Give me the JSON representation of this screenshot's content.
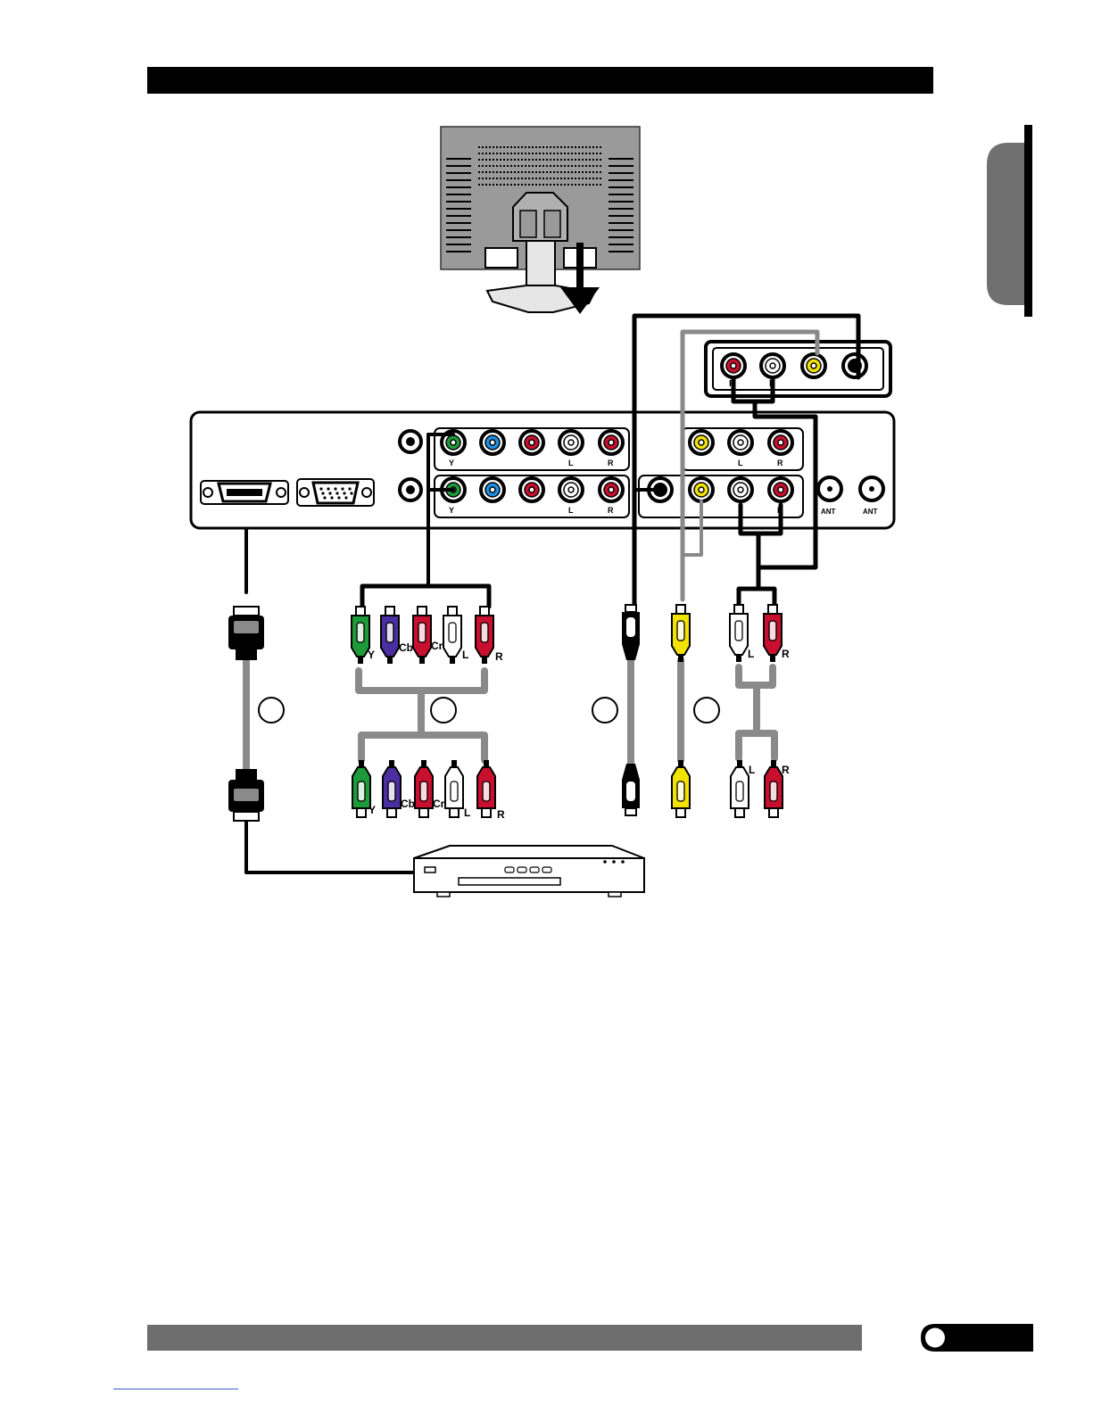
{
  "colors": {
    "cable_black": "#000000",
    "cable_gray": "#8a8a8a",
    "rca_red": "#c8102e",
    "rca_yellow": "#f2e200",
    "rca_green": "#1f9a3a",
    "rca_blue": "#1e8fe0",
    "rca_purple": "#4b2fa0",
    "rca_white": "#ffffff",
    "panel_gray": "#9a9a9a",
    "footer_bar": "#6e6e6e",
    "side_tab": "#707070"
  },
  "panel_labels": {
    "comp1": [
      "Y",
      "L",
      "R"
    ],
    "av1": [
      "L",
      "R"
    ],
    "comp2": [
      "Y",
      "L",
      "R"
    ],
    "av2": [
      "L",
      "R"
    ],
    "ant1": "ANT",
    "ant2": "ANT"
  },
  "source_av_labels": [
    "R",
    "L"
  ],
  "plug_labels": {
    "component_top": [
      "Y",
      "Cb",
      "Cr",
      "L",
      "R"
    ],
    "component_bottom": [
      "Y",
      "Cb",
      "Cr",
      "L",
      "R"
    ],
    "audio_top": [
      "L",
      "R"
    ],
    "audio_bottom": [
      "L",
      "R"
    ]
  },
  "icons": [
    "monitor-back-icon",
    "down-arrow-icon",
    "dvd-player-icon",
    "hdmi-plug-icon",
    "svideo-plug-icon",
    "rca-plug-icon",
    "vga-port-icon",
    "hdmi-port-icon",
    "antenna-port-icon",
    "step-circle-icon"
  ]
}
